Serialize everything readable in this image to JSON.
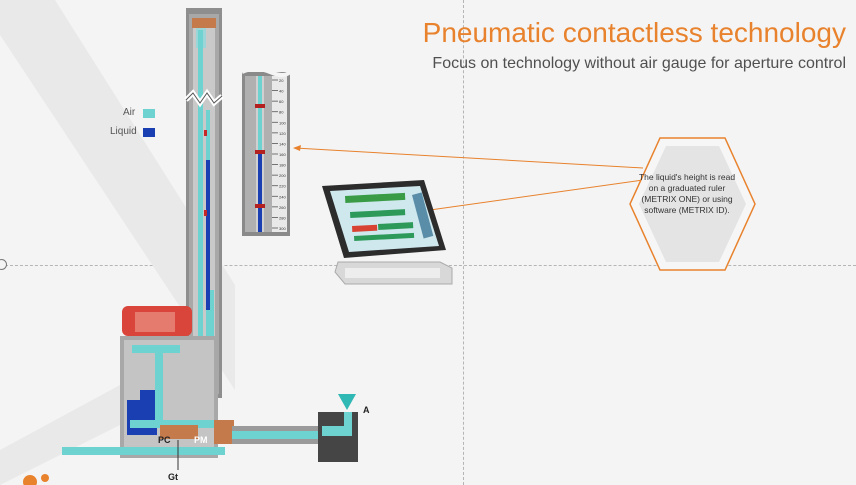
{
  "title": "Pneumatic contactless technology",
  "subtitle": "Focus on technology without air gauge for aperture control",
  "legend": {
    "air_label": "Air",
    "liquid_label": "Liquid",
    "air_color": "#6ed3d0",
    "liquid_color": "#1a3fb3"
  },
  "callout": {
    "text": "The liquid's height is read on a graduated ruler (METRIX ONE) or using software (METRIX ID)."
  },
  "labels": {
    "pc": "PC",
    "pm": "PM",
    "gt": "Gt",
    "a": "A"
  },
  "colors": {
    "accent": "#e8822d",
    "air": "#6ed3d0",
    "liquid": "#1a3fb3",
    "body_red": "#d9453a",
    "body_grey": "#9a9a9a"
  },
  "ruler": {
    "ticks": [
      20,
      40,
      60,
      80,
      100,
      120,
      140,
      160,
      180,
      200,
      220,
      240,
      260,
      280,
      300
    ]
  }
}
